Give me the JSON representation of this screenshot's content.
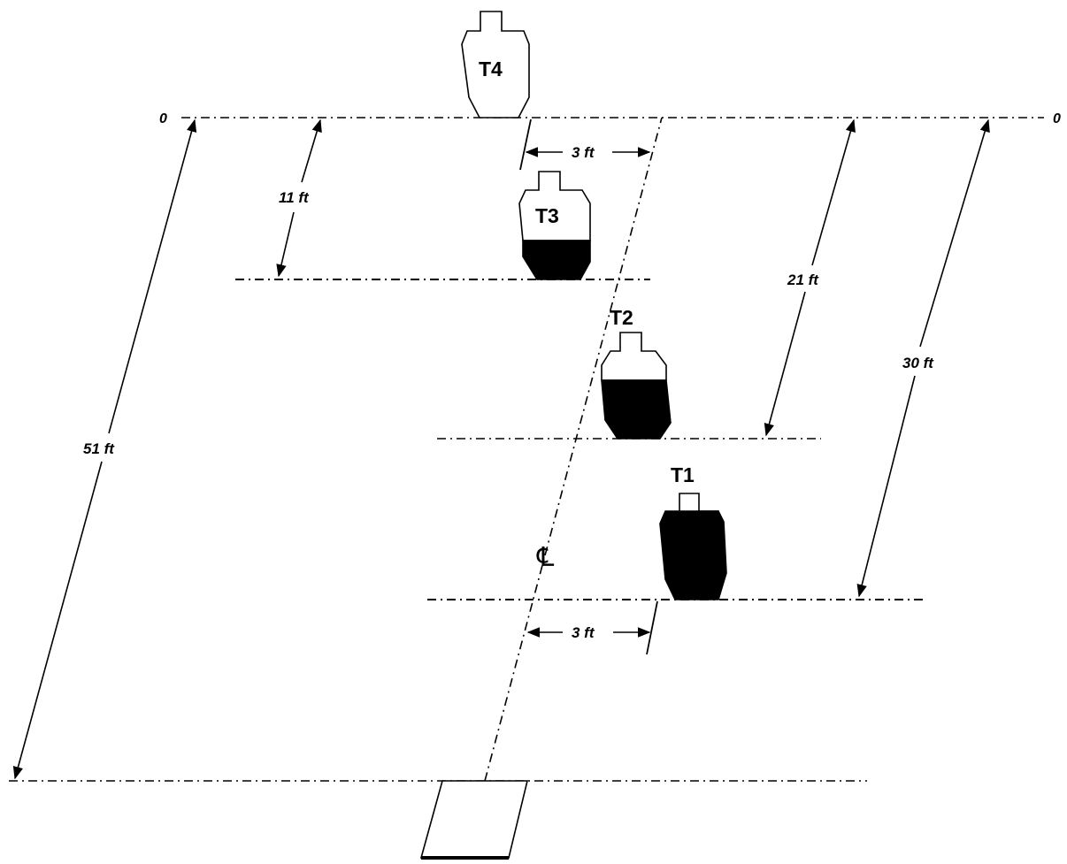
{
  "lines": {
    "zero_left": "0",
    "zero_right": "0"
  },
  "targets": [
    {
      "id": "t4",
      "label": "T4"
    },
    {
      "id": "t3",
      "label": "T3"
    },
    {
      "id": "t2",
      "label": "T2"
    },
    {
      "id": "t1",
      "label": "T1"
    }
  ],
  "dimensions": {
    "d11": "11 ft",
    "d21": "21 ft",
    "d30": "30 ft",
    "d51": "51 ft",
    "offset_top": "3 ft",
    "offset_bottom": "3 ft"
  },
  "centerline": {
    "symbol": "℄"
  },
  "colors": {
    "ink": "#000000",
    "paper": "#ffffff"
  }
}
